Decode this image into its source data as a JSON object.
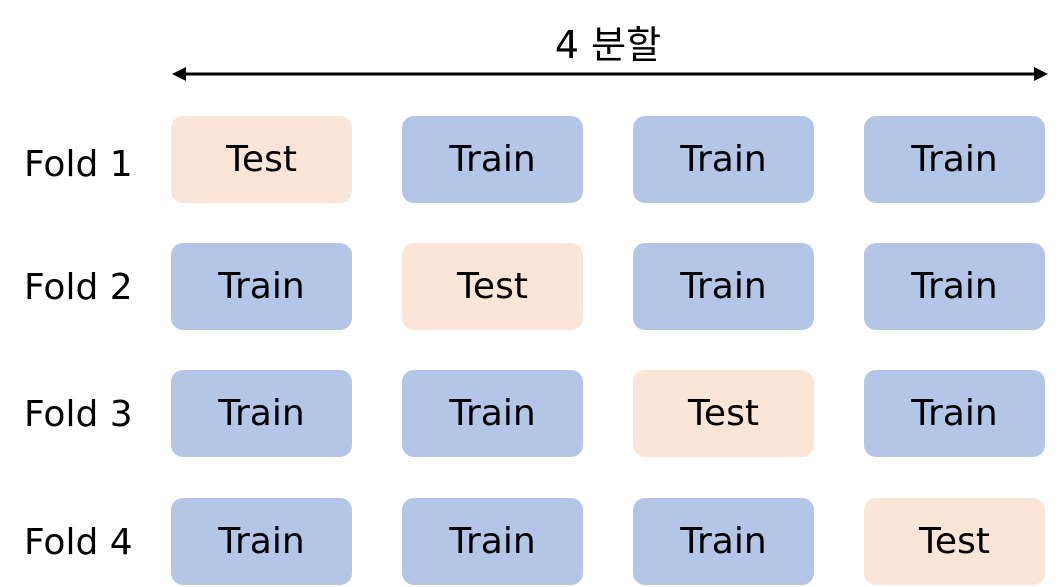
{
  "title": "4 분할",
  "colors": {
    "train": "#b4c6e7",
    "test": "#fbe5d6"
  },
  "folds": [
    {
      "label": "Fold 1",
      "cells": [
        "Test",
        "Train",
        "Train",
        "Train"
      ]
    },
    {
      "label": "Fold 2",
      "cells": [
        "Train",
        "Test",
        "Train",
        "Train"
      ]
    },
    {
      "label": "Fold 3",
      "cells": [
        "Train",
        "Train",
        "Test",
        "Train"
      ]
    },
    {
      "label": "Fold 4",
      "cells": [
        "Train",
        "Train",
        "Train",
        "Test"
      ]
    }
  ]
}
